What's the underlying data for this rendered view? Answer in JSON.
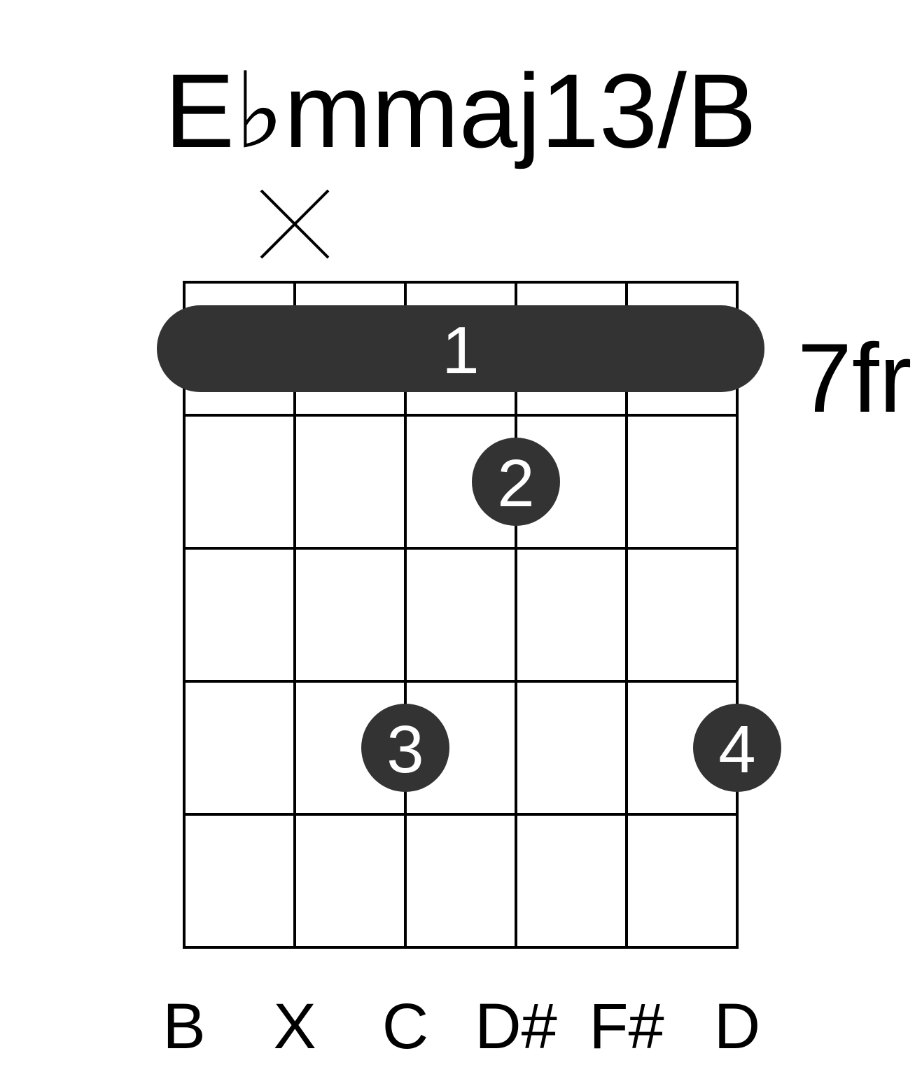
{
  "chord_name": "E♭mmaj13/B",
  "fret_label": "7fr",
  "strings": 6,
  "frets_shown": 5,
  "string_markers": [
    "",
    "×",
    "",
    "",
    "",
    ""
  ],
  "note_names": [
    "B",
    "X",
    "C",
    "D#",
    "F#",
    "D"
  ],
  "barre": {
    "fret": 1,
    "from_string": 1,
    "to_string": 6,
    "finger": "1"
  },
  "dots": [
    {
      "string": 4,
      "fret": 2,
      "finger": "2"
    },
    {
      "string": 3,
      "fret": 4,
      "finger": "3"
    },
    {
      "string": 6,
      "fret": 4,
      "finger": "4"
    }
  ],
  "colors": {
    "ink": "#000000",
    "dot": "#333333",
    "dot_text": "#ffffff",
    "background": "#ffffff"
  }
}
